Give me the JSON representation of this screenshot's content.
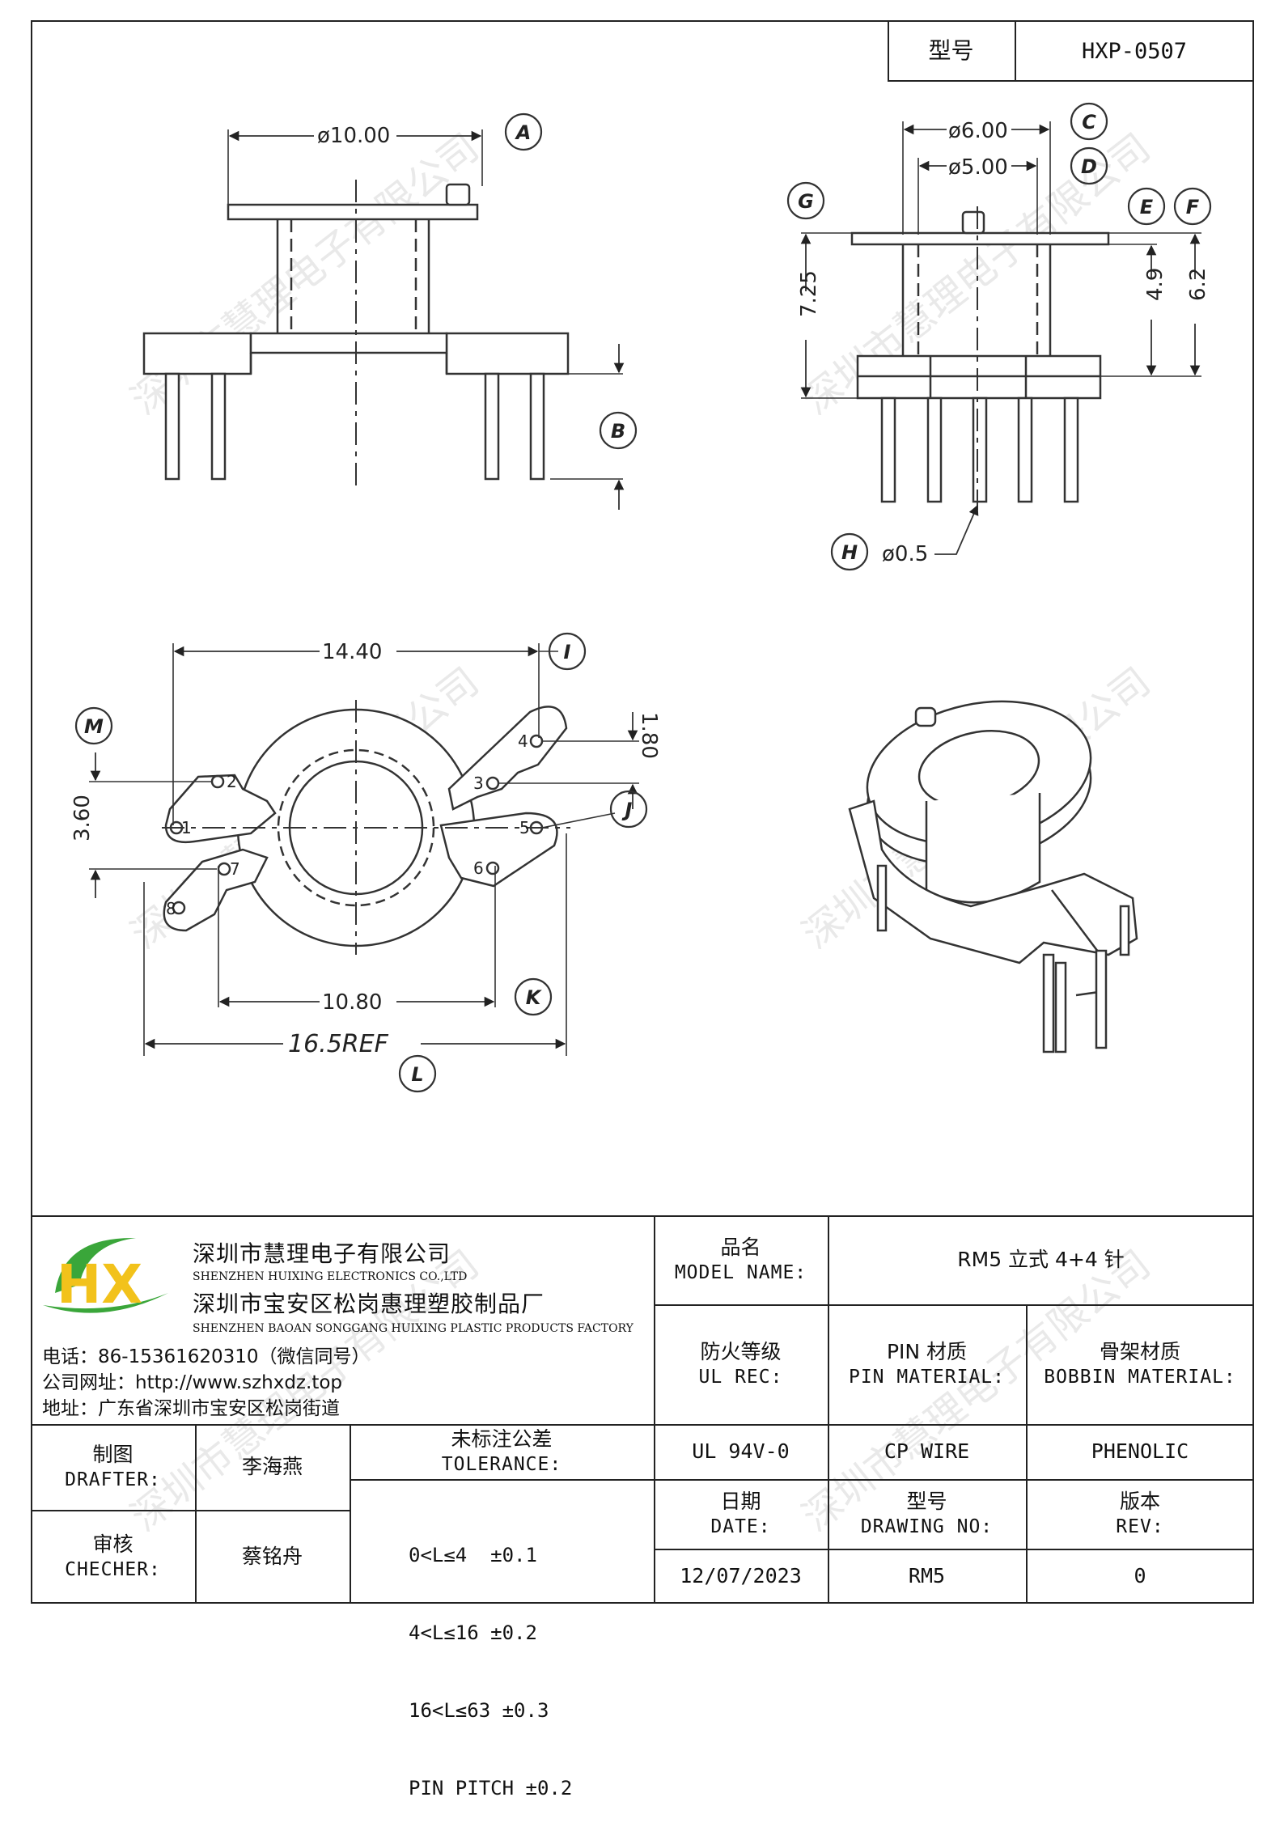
{
  "header": {
    "model_label": "型号",
    "model_value": "HXP-0507"
  },
  "watermark": "深圳市慧理电子有限公司",
  "drawing": {
    "side_view_left": {
      "dim_diameter": "ø10.00",
      "label_a": "A",
      "label_b": "B"
    },
    "side_view_right": {
      "dim_c": "ø6.00",
      "dim_d": "ø5.00",
      "dim_h": "ø0.5",
      "dim_height_total": "7.25",
      "dim_height_mid": "4.9",
      "dim_height_flange": "6.2",
      "labels": [
        "C",
        "D",
        "E",
        "F",
        "G",
        "H"
      ]
    },
    "bottom_view": {
      "dim_width": "14.40",
      "dim_pitch": "10.80",
      "dim_ref": "16.5REF",
      "dim_v1": "1.80",
      "dim_v2": "3.60",
      "pins": [
        "1",
        "2",
        "3",
        "4",
        "5",
        "6",
        "7",
        "8"
      ],
      "labels": [
        "I",
        "J",
        "K",
        "L",
        "M"
      ]
    }
  },
  "company": {
    "name_cn": "深圳市慧理电子有限公司",
    "name_en": "SHENZHEN HUIXING ELECTRONICS CO.,LTD",
    "factory_cn": "深圳市宝安区松岗惠理塑胶制品厂",
    "factory_en": "SHENZHEN BAOAN SONGGANG HUIXING PLASTIC PRODUCTS FACTORY",
    "phone": "电话：86-15361620310（微信同号）",
    "website": "公司网址：http://www.szhxdz.top",
    "address": "地址：广东省深圳市宝安区松岗街道",
    "logo_text": "HX",
    "colors": {
      "logo_green": "#3aa63a",
      "logo_yellow": "#f2c21b",
      "logo_blue": "#1d6fb8"
    }
  },
  "title_block": {
    "model_name_cn": "品名",
    "model_name_en": "MODEL NAME:",
    "model_name_value": "RM5 立式 4+4 针",
    "ul_cn": "防火等级",
    "ul_en": "UL REC:",
    "ul_value": "UL 94V-0",
    "pin_mat_cn": "PIN 材质",
    "pin_mat_en": "PIN MATERIAL:",
    "pin_mat_value": "CP WIRE",
    "bobbin_mat_cn": "骨架材质",
    "bobbin_mat_en": "BOBBIN MATERIAL:",
    "bobbin_mat_value": "PHENOLIC",
    "drafter_cn": "制图",
    "drafter_en": "DRAFTER:",
    "drafter_value": "李海燕",
    "checker_cn": "审核",
    "checker_en": "CHECHER:",
    "checker_value": "蔡铭舟",
    "tolerance_cn": "未标注公差",
    "tolerance_en": "TOLERANCE:",
    "tolerance_rows": [
      "0<L≤4  ±0.1",
      "4<L≤16 ±0.2",
      "16<L≤63 ±0.3",
      "PIN PITCH ±0.2"
    ],
    "date_cn": "日期",
    "date_en": "DATE:",
    "date_value": "12/07/2023",
    "drawing_no_cn": "型号",
    "drawing_no_en": "DRAWING NO:",
    "drawing_no_value": "RM5",
    "rev_cn": "版本",
    "rev_en": "REV:",
    "rev_value": "0"
  }
}
